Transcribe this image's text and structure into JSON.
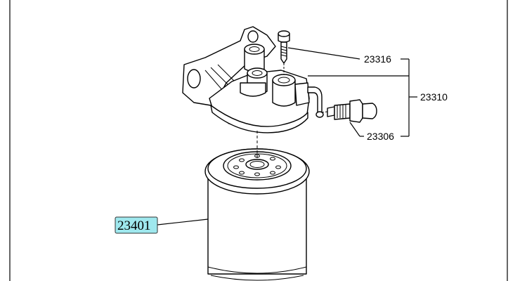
{
  "diagram": {
    "callouts": [
      {
        "id": "bolt",
        "label": "23316"
      },
      {
        "id": "sensor",
        "label": "23306"
      },
      {
        "id": "head-assembly",
        "label": "23310"
      }
    ],
    "highlighted": {
      "id": "filter-cartridge",
      "label": "23401"
    },
    "colors": {
      "line": "#000000",
      "highlight_fill": "#9fe8ee",
      "highlight_border": "#333333",
      "background": "#ffffff"
    }
  }
}
